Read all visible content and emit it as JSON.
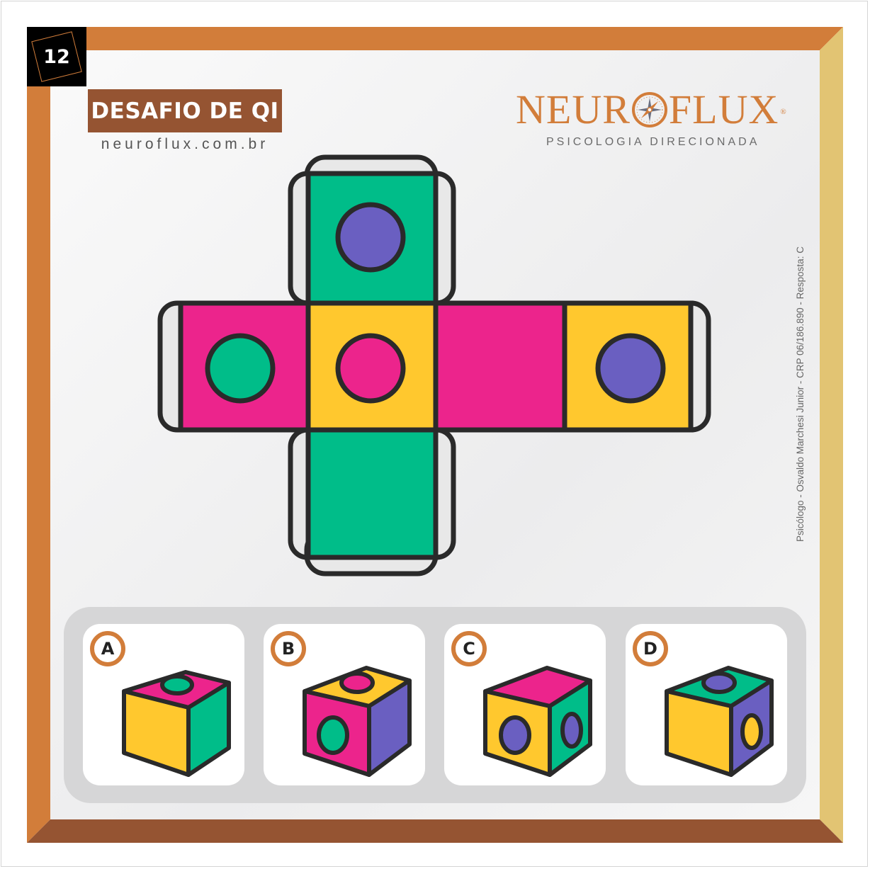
{
  "card": {
    "number": "12",
    "title": "DESAFIO DE QI",
    "website": "neuroflux.com.br",
    "frame_colors": {
      "top": "#D27D3A",
      "left": "#D27D3A",
      "right": "#E2C473",
      "bottom": "#955432",
      "badge": "#000000"
    }
  },
  "logo": {
    "name_left": "NEUR",
    "name_right": "FLUX",
    "registered": "®",
    "tagline": "PSICOLOGIA DIRECIONADA",
    "icon": "compass-icon"
  },
  "credit": "Psicólogo - Osvaldo Marchesi Junior - CRP 06/186.890 - Resposta: C",
  "palette": {
    "green": "#00BD89",
    "pink": "#EC248C",
    "yellow": "#FFC82E",
    "purple": "#6A5FC1",
    "tab": "#E8E8E8",
    "stroke": "#2A2A2A"
  },
  "net": {
    "faces": [
      {
        "position": "top",
        "color": "green",
        "circle": "purple"
      },
      {
        "position": "left",
        "color": "pink",
        "circle": "green"
      },
      {
        "position": "center",
        "color": "yellow",
        "circle": "pink"
      },
      {
        "position": "right-1",
        "color": "pink",
        "circle": null
      },
      {
        "position": "right-2",
        "color": "yellow",
        "circle": "purple"
      },
      {
        "position": "bottom",
        "color": "green",
        "circle": null
      }
    ]
  },
  "options": [
    {
      "label": "A",
      "top": {
        "color": "pink",
        "circle": "green"
      },
      "front": {
        "color": "yellow",
        "circle": null
      },
      "side": {
        "color": "green",
        "circle": null
      }
    },
    {
      "label": "B",
      "top": {
        "color": "yellow",
        "circle": "pink"
      },
      "front": {
        "color": "pink",
        "circle": "green"
      },
      "side": {
        "color": "purple",
        "circle": null
      }
    },
    {
      "label": "C",
      "top": {
        "color": "pink",
        "circle": null
      },
      "front": {
        "color": "yellow",
        "circle": "purple"
      },
      "side": {
        "color": "green",
        "circle": "purple"
      }
    },
    {
      "label": "D",
      "top": {
        "color": "green",
        "circle": "purple"
      },
      "front": {
        "color": "yellow",
        "circle": null
      },
      "side": {
        "color": "purple",
        "circle": "yellow"
      }
    }
  ]
}
